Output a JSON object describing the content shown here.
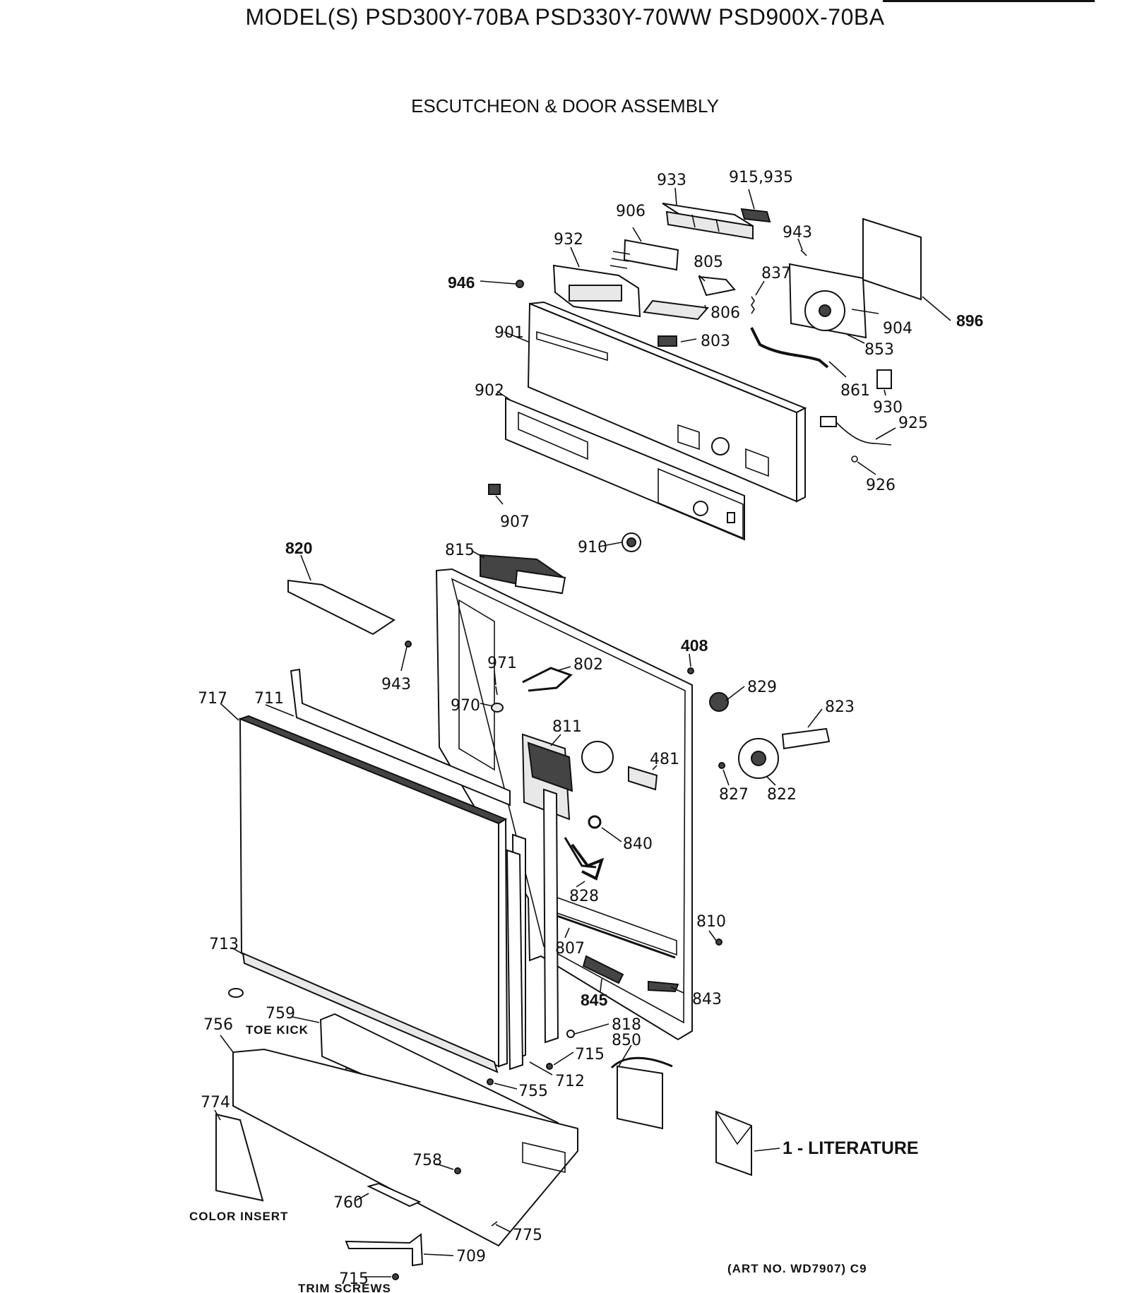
{
  "header": {
    "model": "MODEL(S) PSD300Y-70BA  PSD330Y-70WW  PSD900X-70BA",
    "subtitle": "ESCUTCHEON & DOOR ASSEMBLY"
  },
  "labels": {
    "p933": "933",
    "p915": "915,935",
    "p906": "906",
    "p943a": "943",
    "p932": "932",
    "p805": "805",
    "p837": "837",
    "p946": "946",
    "p806": "806",
    "p904": "904",
    "p896": "896",
    "p901": "901",
    "p803": "803",
    "p853": "853",
    "p861": "861",
    "p930": "930",
    "p902": "902",
    "p925": "925",
    "p926": "926",
    "p907": "907",
    "p910": "910",
    "p820": "820",
    "p815": "815",
    "p408": "408",
    "p971": "971",
    "p802": "802",
    "p829": "829",
    "p943b": "943",
    "p823": "823",
    "p717": "717",
    "p711": "711",
    "p970": "970",
    "p811": "811",
    "p481": "481",
    "p827": "827",
    "p822": "822",
    "p840": "840",
    "p828": "828",
    "p810": "810",
    "p713": "713",
    "p807": "807",
    "p845": "845",
    "p843": "843",
    "p756": "756",
    "p759": "759",
    "p818": "818",
    "p850": "850",
    "p715a": "715",
    "p712": "712",
    "p755": "755",
    "p774": "774",
    "p758": "758",
    "p760": "760",
    "p775": "775",
    "p709": "709",
    "p715b": "715"
  },
  "notes": {
    "toe_kick": "TOE KICK",
    "literature": "1 - LITERATURE",
    "color_insert": "COLOR INSERT",
    "trim_screws": "TRIM SCREWS",
    "art_no": "(ART NO. WD7907) C9"
  }
}
